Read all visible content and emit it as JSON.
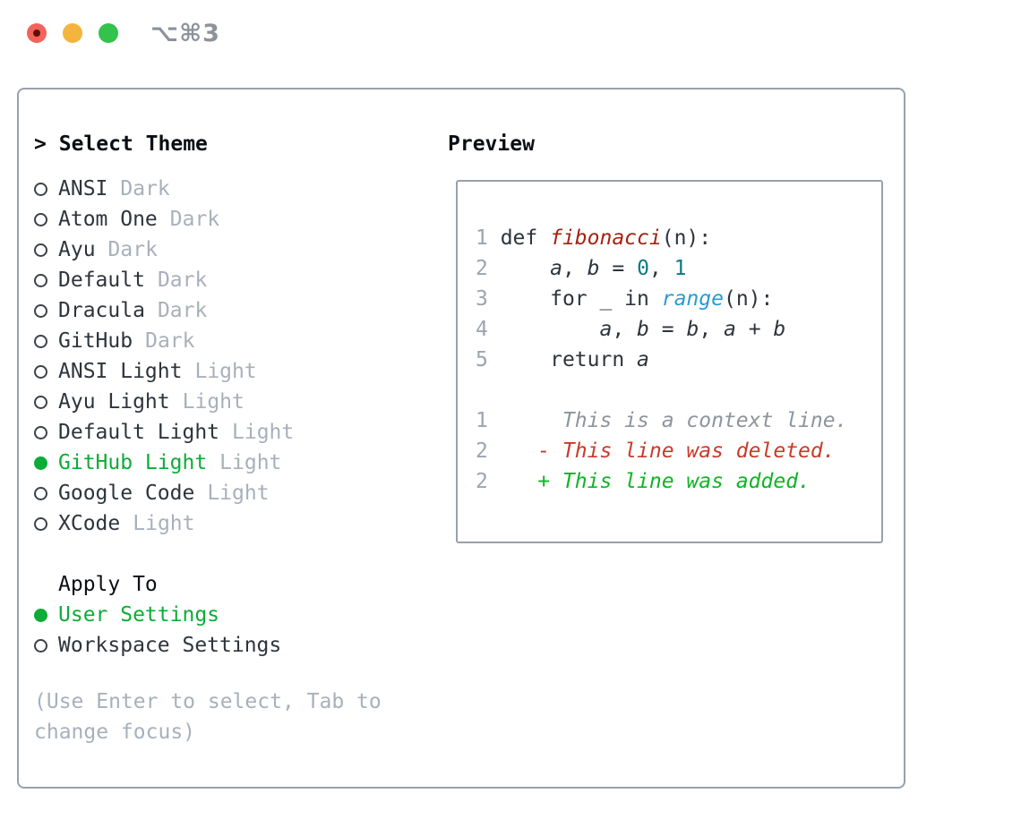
{
  "titlebar": {
    "shortcut": "⌥⌘3"
  },
  "colors": {
    "accent-green": "#0bad36",
    "text-dark": "#2e343c",
    "text-header": "#0b0e12",
    "muted": "#a8b0bb",
    "radio-ring": "#3c424a",
    "line-number": "#9aa4b2",
    "fn-red": "#a5220f",
    "num-teal": "#0b7a80",
    "builtin-blue": "#2a9bd1",
    "ctx-gray": "#8d949d",
    "del-red": "#c93a28",
    "add-green": "#0fb424",
    "border": "#98a1ab",
    "traffic-red": "#f2645b",
    "traffic-red-dot": "#5f0f08",
    "traffic-yellow": "#f4b43d",
    "traffic-green": "#33c24b",
    "shortcut-gray": "#8d929b"
  },
  "panel": {
    "theme_selector": {
      "cursor": ">",
      "header": "Select Theme",
      "items": [
        {
          "name": "ANSI",
          "variant": "Dark",
          "selected": false
        },
        {
          "name": "Atom One",
          "variant": "Dark",
          "selected": false
        },
        {
          "name": "Ayu",
          "variant": "Dark",
          "selected": false
        },
        {
          "name": "Default",
          "variant": "Dark",
          "selected": false
        },
        {
          "name": "Dracula",
          "variant": "Dark",
          "selected": false
        },
        {
          "name": "GitHub",
          "variant": "Dark",
          "selected": false
        },
        {
          "name": "ANSI Light",
          "variant": "Light",
          "selected": false
        },
        {
          "name": "Ayu Light",
          "variant": "Light",
          "selected": false
        },
        {
          "name": "Default Light",
          "variant": "Light",
          "selected": false
        },
        {
          "name": "GitHub Light",
          "variant": "Light",
          "selected": true
        },
        {
          "name": "Google Code",
          "variant": "Light",
          "selected": false
        },
        {
          "name": "XCode",
          "variant": "Light",
          "selected": false
        }
      ]
    },
    "apply_to": {
      "header": "Apply To",
      "items": [
        {
          "name": "User Settings",
          "selected": true
        },
        {
          "name": "Workspace Settings",
          "selected": false
        }
      ]
    },
    "hint": "(Use Enter to select, Tab to change focus)",
    "preview": {
      "header": "Preview",
      "code_lines": [
        [
          {
            "t": "1 ",
            "c": "ln"
          },
          {
            "t": "def ",
            "c": "code"
          },
          {
            "t": "fibonacci",
            "c": "fn"
          },
          {
            "t": "(n):",
            "c": "code"
          }
        ],
        [
          {
            "t": "2     ",
            "c": "ln"
          },
          {
            "t": "a",
            "c": "var"
          },
          {
            "t": ", ",
            "c": "code"
          },
          {
            "t": "b",
            "c": "var"
          },
          {
            "t": " = ",
            "c": "code"
          },
          {
            "t": "0",
            "c": "num"
          },
          {
            "t": ", ",
            "c": "code"
          },
          {
            "t": "1",
            "c": "num"
          }
        ],
        [
          {
            "t": "3     ",
            "c": "ln"
          },
          {
            "t": "for _ in ",
            "c": "code"
          },
          {
            "t": "range",
            "c": "builtin"
          },
          {
            "t": "(n):",
            "c": "code"
          }
        ],
        [
          {
            "t": "4         ",
            "c": "ln"
          },
          {
            "t": "a",
            "c": "var"
          },
          {
            "t": ", ",
            "c": "code"
          },
          {
            "t": "b",
            "c": "var"
          },
          {
            "t": " = ",
            "c": "code"
          },
          {
            "t": "b",
            "c": "var"
          },
          {
            "t": ", ",
            "c": "code"
          },
          {
            "t": "a",
            "c": "var"
          },
          {
            "t": " + ",
            "c": "code"
          },
          {
            "t": "b",
            "c": "var"
          }
        ],
        [
          {
            "t": "5     ",
            "c": "ln"
          },
          {
            "t": "return ",
            "c": "code"
          },
          {
            "t": "a",
            "c": "var"
          }
        ],
        [],
        [
          {
            "t": "1",
            "c": "ln"
          },
          {
            "t": "      This is a context line.",
            "c": "ctx"
          }
        ],
        [
          {
            "t": "2",
            "c": "ln"
          },
          {
            "t": "    ",
            "c": "code"
          },
          {
            "t": "- This line was deleted.",
            "c": "del"
          }
        ],
        [
          {
            "t": "2",
            "c": "ln"
          },
          {
            "t": "    ",
            "c": "code"
          },
          {
            "t": "+ This line was added.",
            "c": "add"
          }
        ]
      ]
    }
  }
}
